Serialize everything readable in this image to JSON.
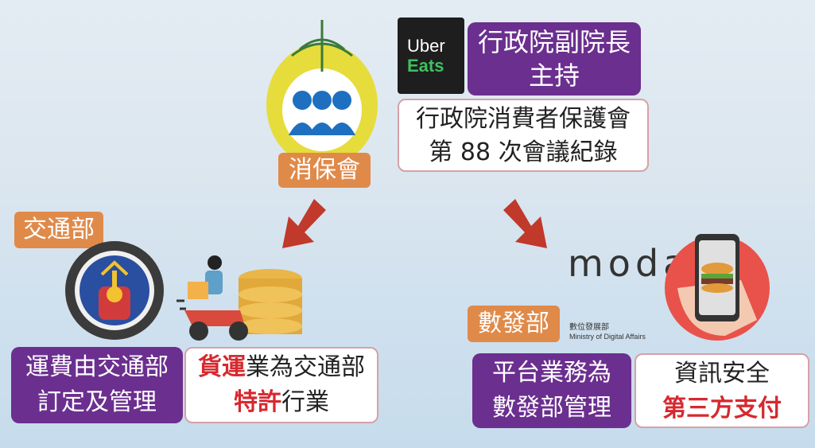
{
  "consumer_council": {
    "label": "消保會"
  },
  "uber_logo": {
    "line1": "Uber",
    "line2": "Eats"
  },
  "vice_premier_box": {
    "line1": "行政院副院長",
    "line2": "主持"
  },
  "meeting_box": {
    "line1": "行政院消費者保護會",
    "line2": "第 88 次會議紀錄"
  },
  "transport_ministry": {
    "label": "交通部"
  },
  "digital_ministry": {
    "label": "數發部",
    "logo_text": "moda",
    "subtitle_zh": "數位發展部",
    "subtitle_en": "Ministry of Digital Affairs"
  },
  "freight_fee_box": {
    "line1": "運費由交通部",
    "line2": "訂定及管理"
  },
  "freight_industry_box": {
    "line1_red": "貨運",
    "line1_rest": "業為交通部",
    "line2_red": "特許",
    "line2_rest": "行業"
  },
  "platform_box": {
    "line1": "平台業務為",
    "line2": "數發部管理"
  },
  "security_box": {
    "line1": "資訊安全",
    "line2_red": "第三方支付"
  },
  "colors": {
    "purple": "#6b2f8f",
    "orange": "#e08a4a",
    "arrow_red": "#c0392b",
    "emphasis_red": "#d7282f"
  }
}
